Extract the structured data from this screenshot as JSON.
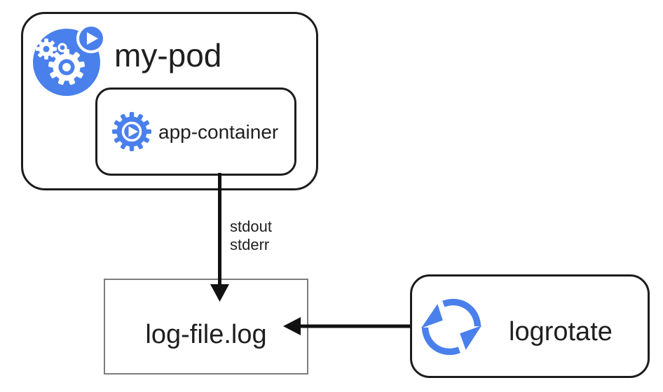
{
  "colors": {
    "icon_blue": "#4a80ec",
    "box_border": "#1c1c1c",
    "log_box_border": "#7d7d7d",
    "arrow_black": "#111111",
    "text": "#1f1f1f",
    "background": "#ffffff"
  },
  "nodes": {
    "pod": {
      "label": "my-pod",
      "icon": "kubernetes-pod-icon"
    },
    "app_container": {
      "label": "app-container",
      "icon": "container-gear-icon"
    },
    "log_file": {
      "label": "log-file.log"
    },
    "logrotate": {
      "label": "logrotate",
      "icon": "logrotate-cycle-icon"
    }
  },
  "edges": {
    "container_to_log_file": {
      "labels": [
        "stdout",
        "stderr"
      ],
      "direction": "down"
    },
    "logrotate_to_log_file": {
      "labels": [],
      "direction": "left"
    }
  }
}
